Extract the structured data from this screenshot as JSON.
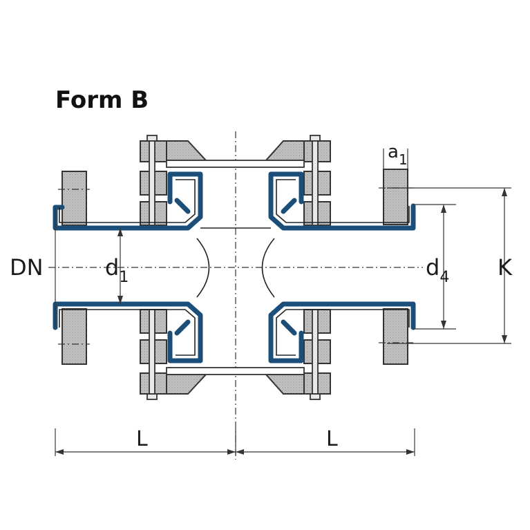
{
  "title": "Form B",
  "labels": {
    "dn": "DN",
    "d1_main": "d",
    "d1_sub": "1",
    "d4_main": "d",
    "d4_sub": "4",
    "k": "K",
    "a1_main": "a",
    "a1_sub": "1",
    "l_left": "L",
    "l_right": "L"
  },
  "colors": {
    "liner": "#1b4f7a",
    "steel": "#bdbdbd",
    "line": "#333333"
  }
}
